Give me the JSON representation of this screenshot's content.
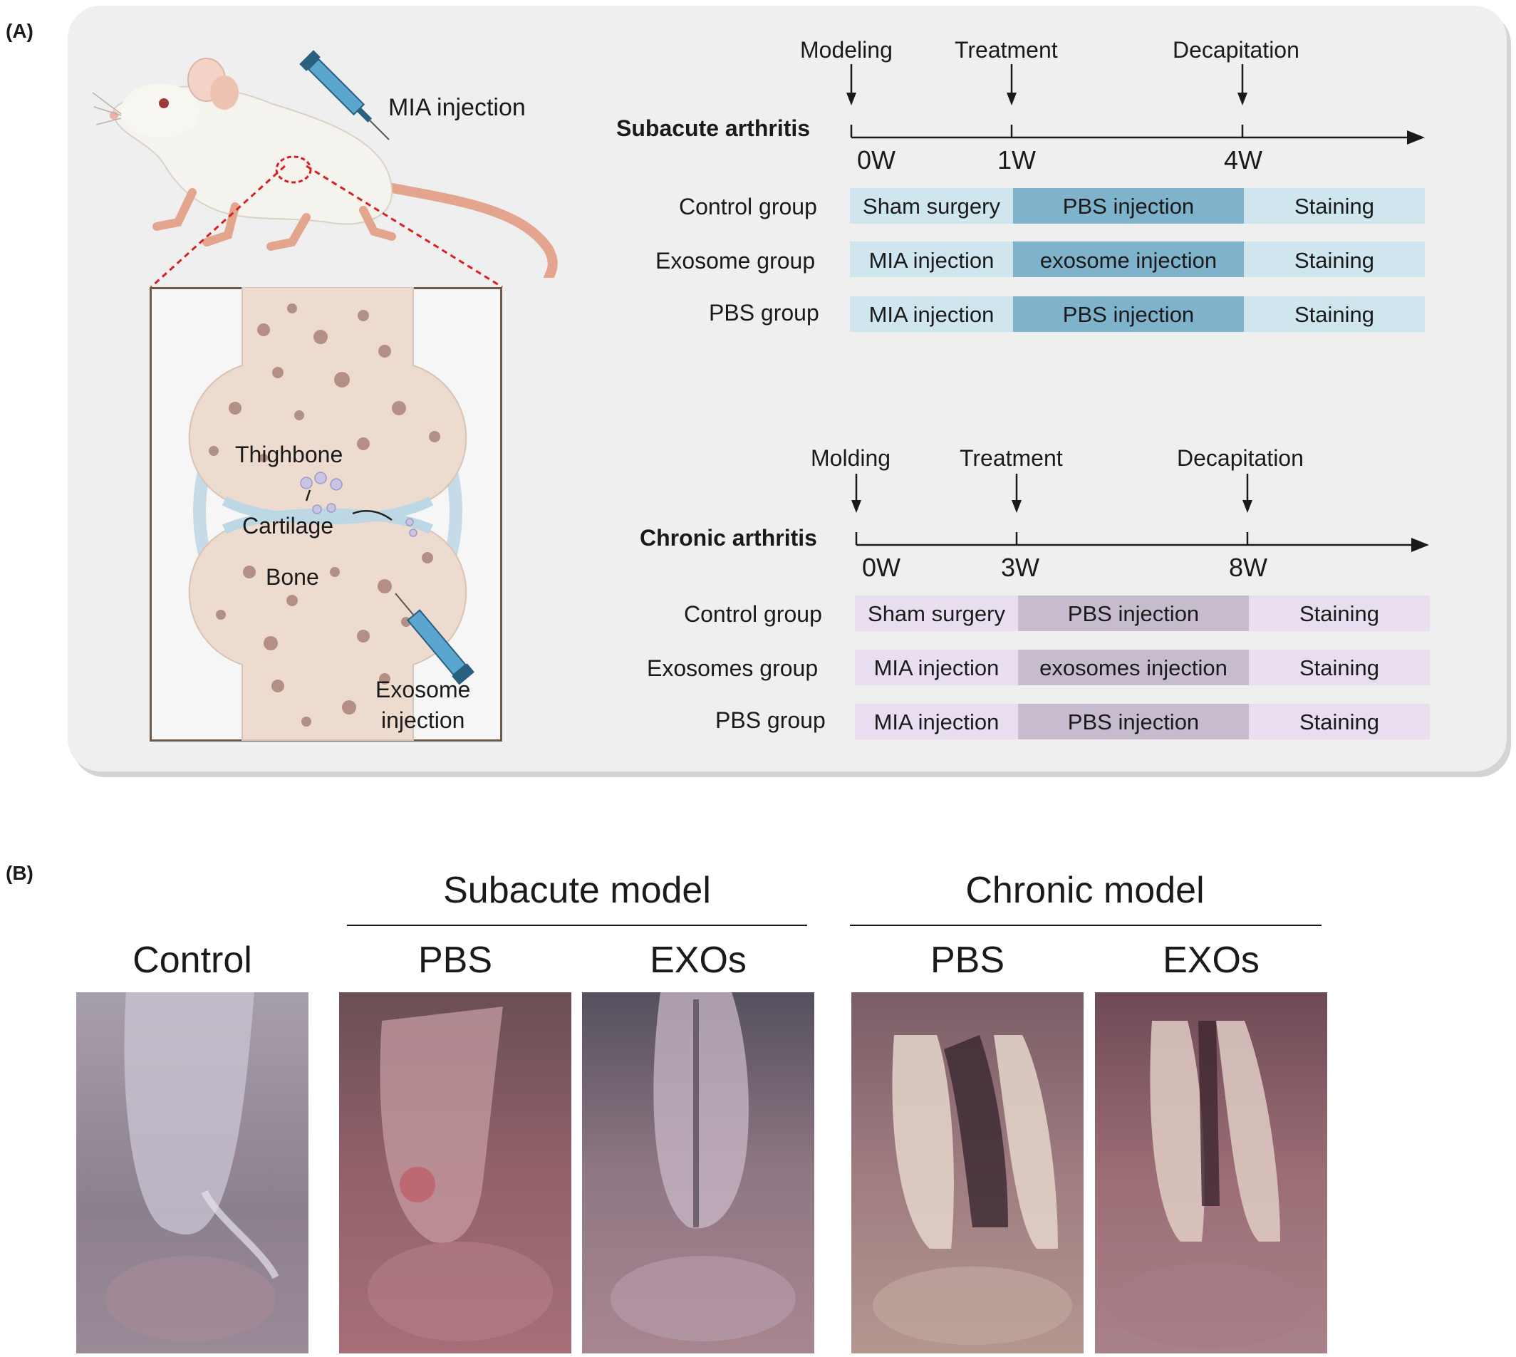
{
  "panel_a": {
    "label": "(A)",
    "mia_injection": "MIA injection",
    "inset": {
      "thighbone": "Thighbone",
      "cartilage": "Cartilage",
      "bone": "Bone",
      "exosome_line1": "Exosome",
      "exosome_line2": "injection"
    },
    "subacute": {
      "title": "Subacute arthritis",
      "events": [
        "Modeling",
        "Treatment",
        "Decapitation"
      ],
      "ticks": [
        "0W",
        "1W",
        "4W"
      ],
      "groups": [
        {
          "name": "Control group",
          "cells": [
            "Sham surgery",
            "PBS injection",
            "Staining"
          ]
        },
        {
          "name": "Exosome group",
          "cells": [
            "MIA injection",
            "exosome injection",
            "Staining"
          ]
        },
        {
          "name": "PBS group",
          "cells": [
            "MIA injection",
            "PBS injection",
            "Staining"
          ]
        }
      ],
      "colors": {
        "light": "#cfe6ef",
        "dark": "#7fb2cb"
      }
    },
    "chronic": {
      "title": "Chronic arthritis",
      "events": [
        "Molding",
        "Treatment",
        "Decapitation"
      ],
      "ticks": [
        "0W",
        "3W",
        "8W"
      ],
      "groups": [
        {
          "name": "Control group",
          "cells": [
            "Sham surgery",
            "PBS injection",
            "Staining"
          ]
        },
        {
          "name": "Exosomes group",
          "cells": [
            "MIA injection",
            "exosomes injection",
            "Staining"
          ]
        },
        {
          "name": "PBS group",
          "cells": [
            "MIA injection",
            "PBS injection",
            "Staining"
          ]
        }
      ],
      "colors": {
        "light": "#e8def0",
        "dark": "#c6bccd"
      }
    }
  },
  "panel_b": {
    "label": "(B)",
    "subacute_model": "Subacute model",
    "chronic_model": "Chronic model",
    "photos": [
      {
        "label": "Control"
      },
      {
        "label": "PBS"
      },
      {
        "label": "EXOs"
      },
      {
        "label": "PBS"
      },
      {
        "label": "EXOs"
      }
    ]
  }
}
